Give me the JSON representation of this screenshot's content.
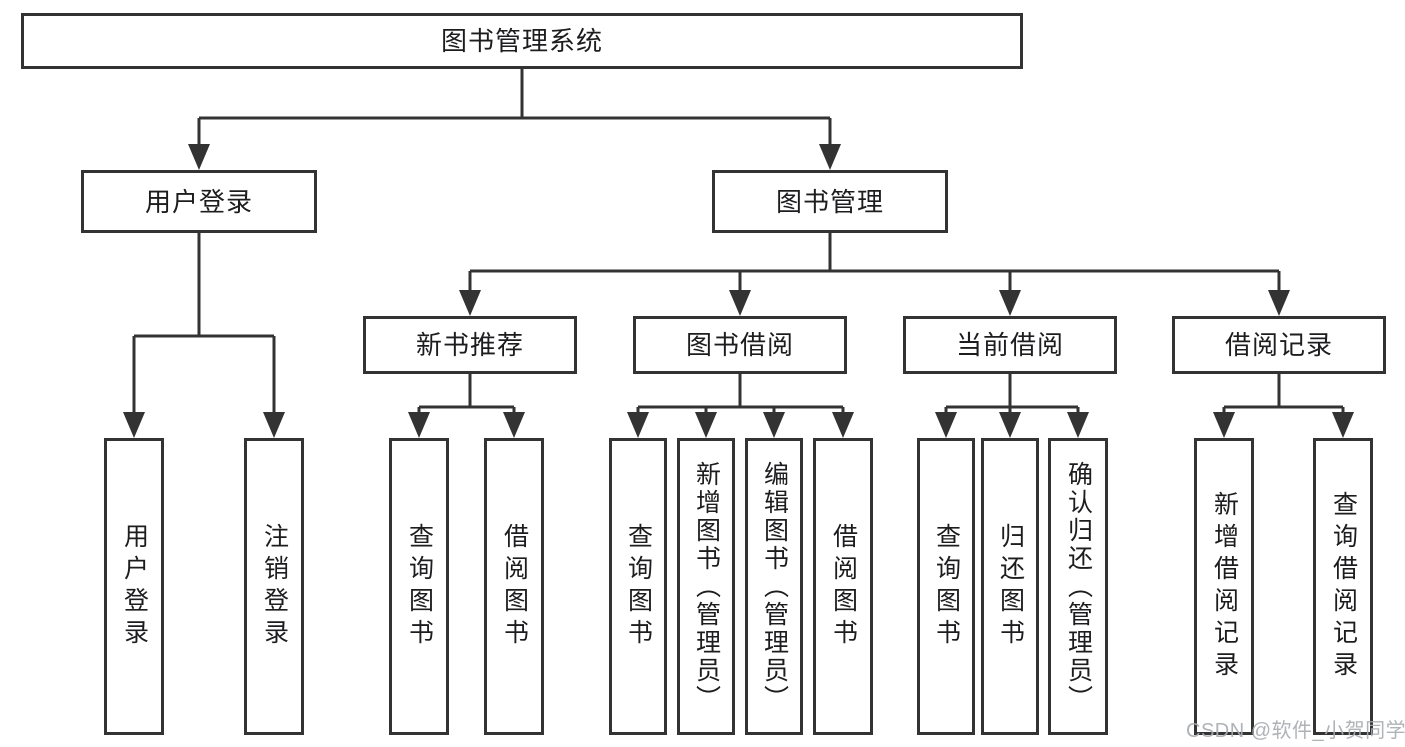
{
  "diagram": {
    "root": {
      "label": "图书管理系统"
    },
    "level2": {
      "user_login": {
        "label": "用户登录"
      },
      "book_mgmt": {
        "label": "图书管理"
      }
    },
    "level3": {
      "new_book_rec": {
        "label": "新书推荐"
      },
      "book_borrow": {
        "label": "图书借阅"
      },
      "current_borrow": {
        "label": "当前借阅"
      },
      "borrow_records": {
        "label": "借阅记录"
      }
    },
    "leaves": {
      "user_login": [
        "用户登录",
        "注销登录"
      ],
      "new_book_rec": [
        "查询图书",
        "借阅图书"
      ],
      "book_borrow": [
        "查询图书",
        "新增图书（管理员）",
        "编辑图书（管理员）",
        "借阅图书"
      ],
      "current_borrow": [
        "查询图书",
        "归还图书",
        "确认归还（管理员）"
      ],
      "borrow_records": [
        "新增借阅记录",
        "查询借阅记录"
      ]
    }
  },
  "watermark": {
    "text": "CSDN @软件_小贺同学"
  },
  "colors": {
    "line": "#333333",
    "box_border": "#333333",
    "text": "#1d1d1f",
    "watermark": "#a8adb2",
    "background": "#ffffff"
  }
}
